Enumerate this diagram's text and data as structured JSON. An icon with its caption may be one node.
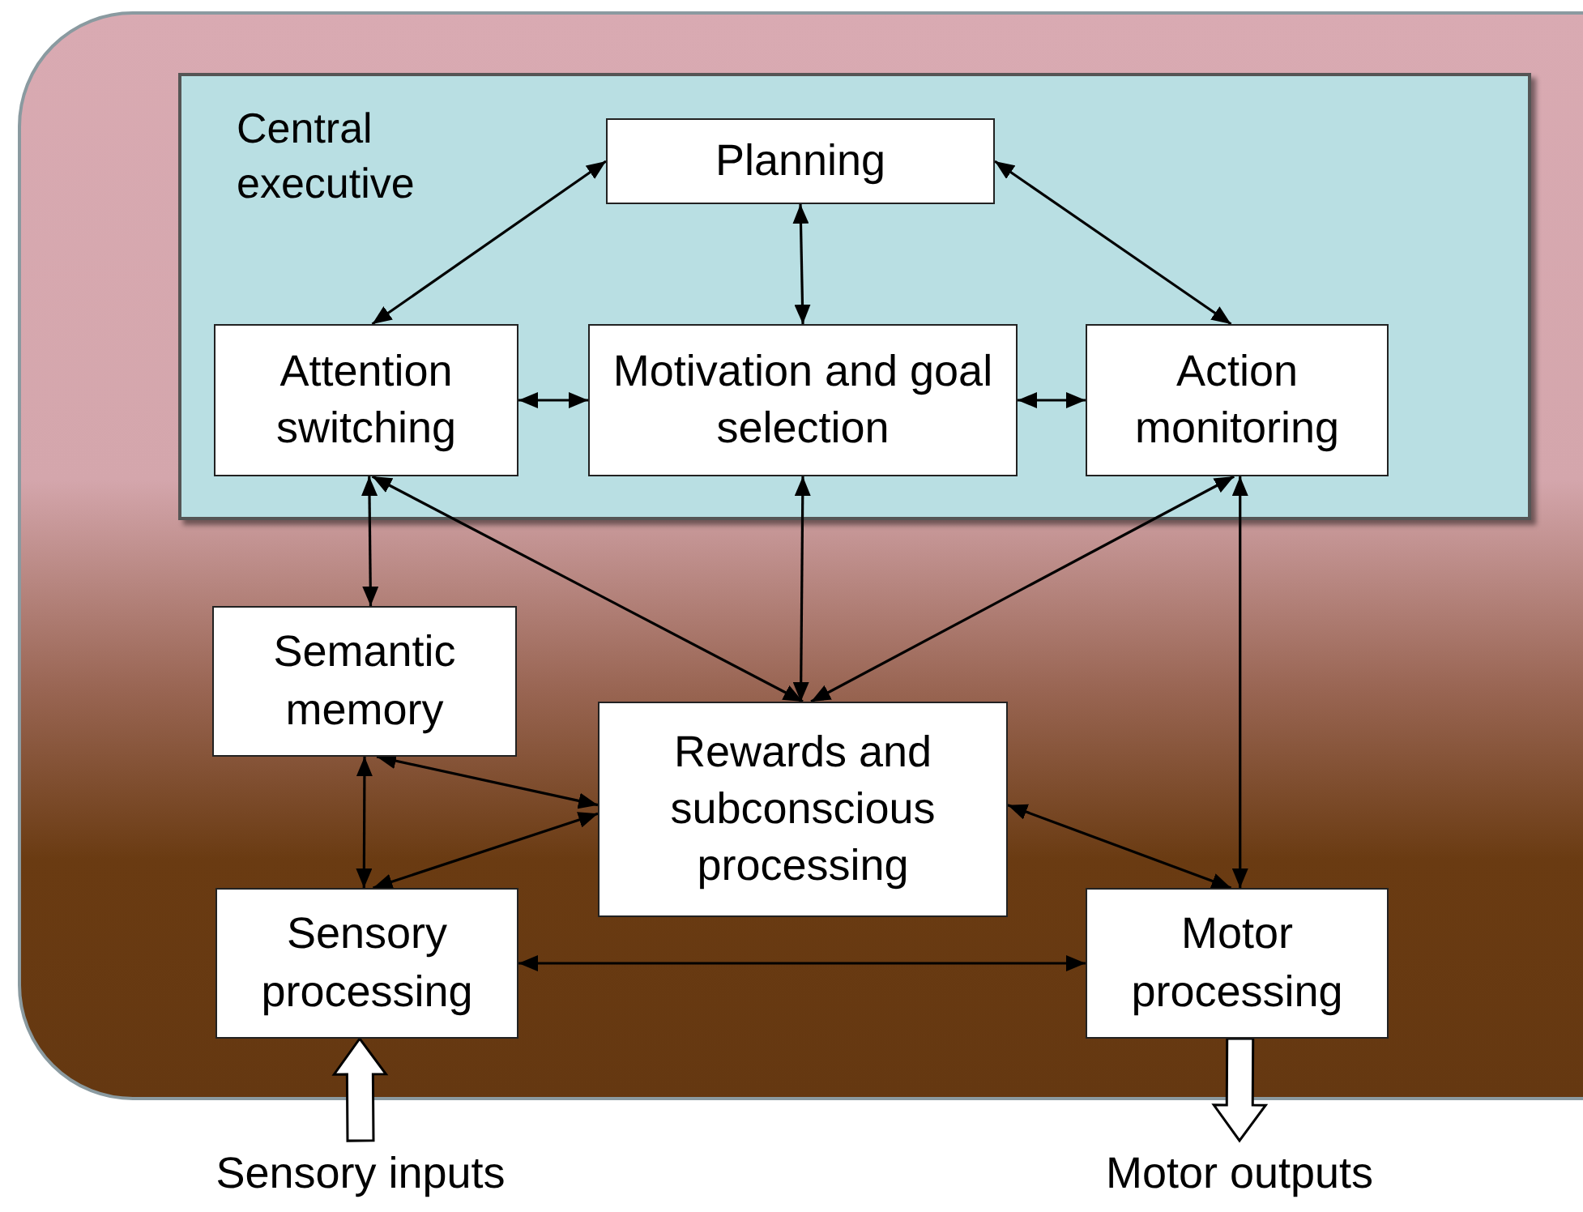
{
  "diagram": {
    "nodes": [
      {
        "text": [
          "Central executive"
        ]
      },
      {
        "text": [
          "Planning"
        ],
        "in": 0
      },
      {
        "text": [
          "Attention switching"
        ],
        "in": 0
      },
      {
        "text": [
          "Motivation and goal selection"
        ],
        "in": 0
      },
      {
        "text": [
          "Action monitoring"
        ],
        "in": 0
      },
      {
        "text": [
          "Semantic memory"
        ]
      },
      {
        "text": [
          "Rewards and subconscious processing"
        ]
      },
      {
        "text": [
          "Sensory processing"
        ]
      },
      {
        "text": [
          "Motor processing"
        ]
      },
      {
        "text": [
          "Sensory inputs"
        ]
      },
      {
        "text": [
          "Motor outputs"
        ]
      }
    ],
    "edges": [
      {
        "from": 1,
        "to": 2,
        "arrow": "both"
      },
      {
        "from": 1,
        "to": 3,
        "arrow": "both"
      },
      {
        "from": 1,
        "to": 4,
        "arrow": "both"
      },
      {
        "from": 2,
        "to": 3,
        "arrow": "both"
      },
      {
        "from": 3,
        "to": 4,
        "arrow": "both"
      },
      {
        "from": 2,
        "to": 5,
        "arrow": "both"
      },
      {
        "from": 2,
        "to": 6,
        "arrow": "both"
      },
      {
        "from": 3,
        "to": 6,
        "arrow": "both"
      },
      {
        "from": 4,
        "to": 6,
        "arrow": "both"
      },
      {
        "from": 4,
        "to": 8,
        "arrow": "both"
      },
      {
        "from": 5,
        "to": 6,
        "arrow": "both"
      },
      {
        "from": 5,
        "to": 7,
        "arrow": "both"
      },
      {
        "from": 7,
        "to": 6,
        "arrow": "both"
      },
      {
        "from": 6,
        "to": 8,
        "arrow": "both"
      },
      {
        "from": 7,
        "to": 8,
        "arrow": "both"
      },
      {
        "from": 9,
        "to": 7,
        "arrow": "to",
        "style": "thick"
      },
      {
        "from": 8,
        "to": 10,
        "arrow": "to",
        "style": "thick"
      }
    ]
  }
}
